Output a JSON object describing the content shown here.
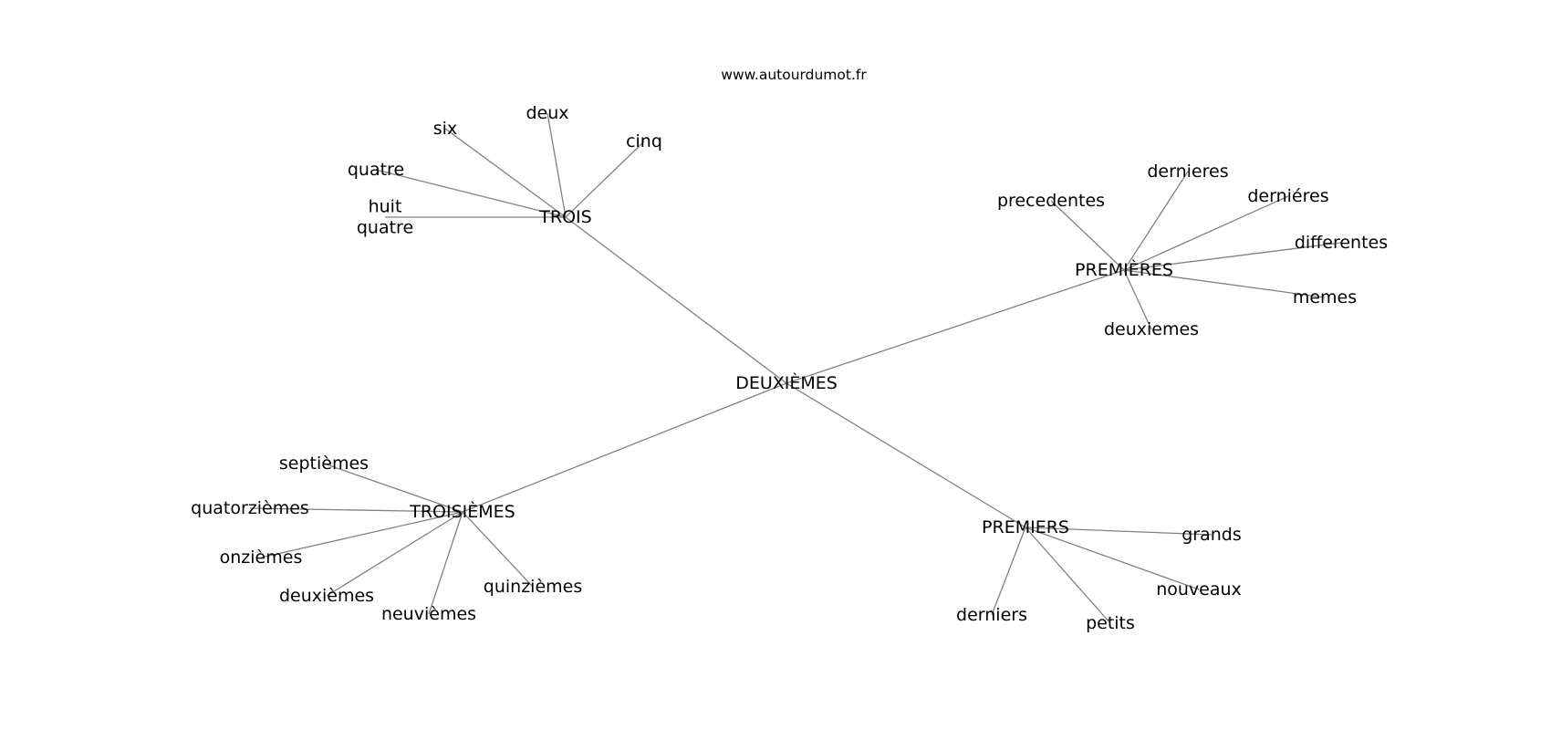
{
  "source": "www.autourdumot.fr",
  "center": "DEUXIÈMES",
  "hubs": [
    {
      "label": "TROIS",
      "leaves": [
        "deux",
        "six",
        "cinq",
        "quatre",
        "huit\nquatre"
      ]
    },
    {
      "label": "PREMIÈRES",
      "leaves": [
        "dernieres",
        "precedentes",
        "derniéres",
        "differentes",
        "memes",
        "deuxiemes"
      ]
    },
    {
      "label": "TROISIÈMES",
      "leaves": [
        "septièmes",
        "quatorzièmes",
        "onzièmes",
        "deuxièmes",
        "neuvièmes",
        "quinzièmes"
      ]
    },
    {
      "label": "PREMIERS",
      "leaves": [
        "grands",
        "nouveaux",
        "derniers",
        "petits"
      ]
    }
  ]
}
